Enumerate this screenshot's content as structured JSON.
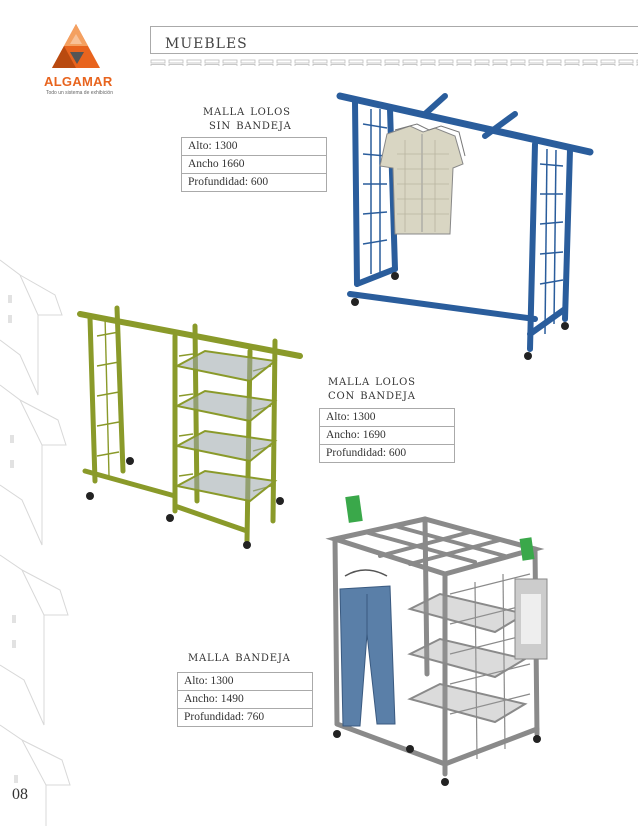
{
  "brand": {
    "name": "ALGAMAR",
    "tagline": "Todo un sistema de exhibición"
  },
  "header": {
    "title": "muebles"
  },
  "page_number": "08",
  "products": [
    {
      "title_line1": "malla lolos",
      "title_line2": "sin bandeja",
      "specs": [
        "Alto: 1300",
        "Ancho 1660",
        "Profundidad: 600"
      ]
    },
    {
      "title_line1": "malla lolos",
      "title_line2": "con bandeja",
      "specs": [
        "Alto: 1300",
        "Ancho: 1690",
        "Profundidad: 600"
      ]
    },
    {
      "title_line1": "malla bandeja",
      "specs": [
        "Alto: 1300",
        "Ancho: 1490",
        "Profundidad: 760"
      ]
    }
  ],
  "colors": {
    "accent": "#e8641e",
    "blue_rack": "#2a5d9c",
    "green_rack": "#8a9a2a",
    "gray_rack": "#8a8a8a",
    "sign_green": "#3aa84a"
  },
  "icons": [
    "algamar-logo-icon",
    "blue-rack-illustration",
    "green-rack-illustration",
    "gray-rack-illustration"
  ]
}
